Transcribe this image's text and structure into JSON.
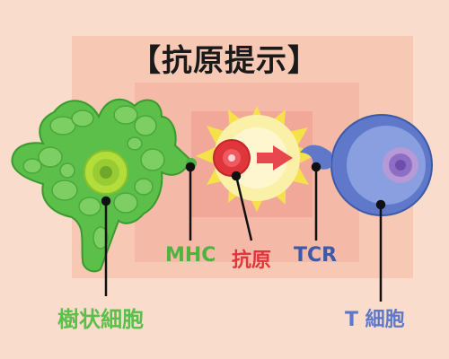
{
  "title": "【抗原提示】",
  "labels": {
    "dendritic_cell": "樹状細胞",
    "mhc": "MHC",
    "antigen": "抗原",
    "tcr": "TCR",
    "t_cell": "T 細胞"
  },
  "colors": {
    "background": "#f9dccb",
    "dendritic_green": "#5bbf4a",
    "mhc_green": "#4fb33f",
    "antigen_red": "#e0353a",
    "tcr_blue": "#3c5aa8",
    "t_cell_blue": "#5f78c9",
    "burst_yellow": "#f5e24a"
  }
}
